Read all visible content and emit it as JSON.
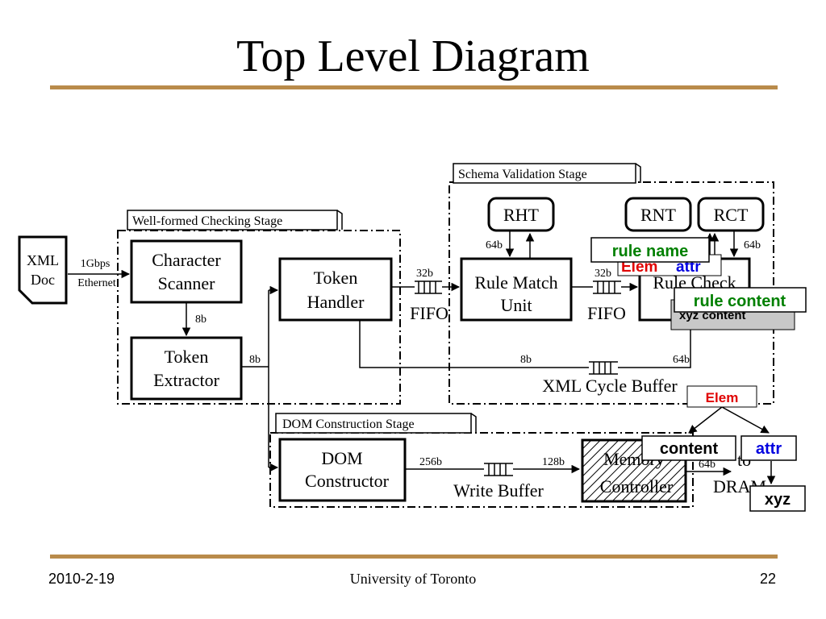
{
  "slide": {
    "title": "Top Level Diagram",
    "footer_left": "2010-2-19",
    "footer_center": "University of Toronto",
    "footer_right": "22"
  },
  "stages": {
    "wellformed": "Well-formed Checking Stage",
    "schema": "Schema Validation Stage",
    "dom": "DOM Construction Stage"
  },
  "doc": {
    "line1": "XML",
    "line2": "Doc"
  },
  "link": {
    "line1": "1Gbps",
    "line2": "Ethernet"
  },
  "blocks": {
    "char_scanner": [
      "Character",
      "Scanner"
    ],
    "token_extractor": [
      "Token",
      "Extractor"
    ],
    "token_handler": [
      "Token",
      "Handler"
    ],
    "rule_match": [
      "Rule Match",
      "Unit"
    ],
    "rule_check": "Rule Check",
    "dom_constructor": [
      "DOM",
      "Constructor"
    ],
    "memory_controller": [
      "Memory",
      "Controller"
    ]
  },
  "tables": {
    "rht": "RHT",
    "rnt": "RNT",
    "rct": "RCT"
  },
  "widths": {
    "scanner_to_extractor": "8b",
    "extractor_out": "8b",
    "handler_fifo": "32b",
    "match_fifo": "32b",
    "rht_bus": "64b",
    "rct_bus": "64b",
    "cycle_in": "8b",
    "cycle_out": "64b",
    "dom_out": "256b",
    "wb_out": "128b",
    "mem_out": "64b"
  },
  "labels": {
    "fifo1": "FIFO",
    "fifo2": "FIFO",
    "cycle_buffer": "XML Cycle Buffer",
    "write_buffer": "Write  Buffer",
    "to": "to",
    "dram": "DRAM"
  },
  "callouts": {
    "rule_name": "rule name",
    "elem_red": "Elem",
    "attr_blue": "attr",
    "rule_content": "rule content",
    "xyz_content": "xyz  content",
    "tree_elem": "Elem",
    "tree_content": "content",
    "tree_attr": "attr",
    "tree_xyz": "xyz"
  },
  "colors": {
    "rule": "#b98b4b",
    "red": "#e00000",
    "blue": "#0000e0",
    "green": "#008000",
    "gray": "#c8c8c8"
  }
}
